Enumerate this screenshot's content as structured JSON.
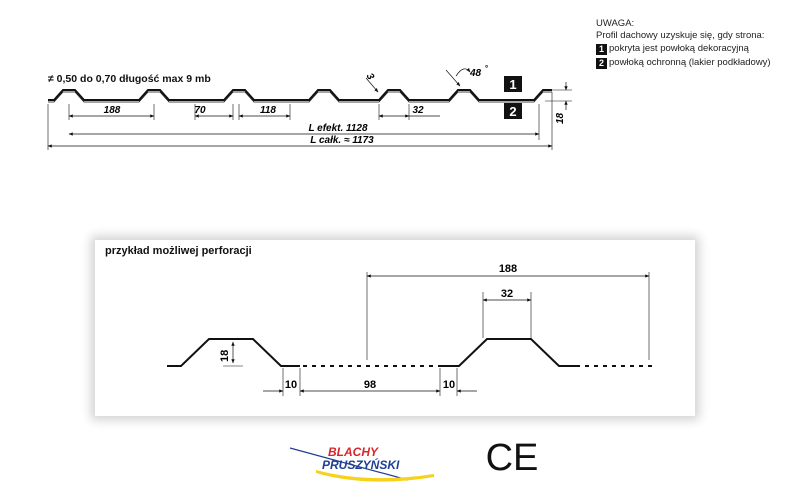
{
  "top_profile": {
    "thickness_text": "≠  0,50 do 0,70   długość max 9 mb",
    "dim_188": "188",
    "dim_70": "70",
    "dim_118": "118",
    "dim_32": "32",
    "dim_3": "3",
    "angle": "48",
    "angle_unit": "°",
    "height": "18",
    "l_efekt": "L efekt. 1128",
    "l_calk": "L całk. ≈ 1173",
    "side_1": "1",
    "side_2": "2"
  },
  "note": {
    "title": "UWAGA:",
    "line1": "Profil dachowy uzyskuje się, gdy strona:",
    "items": [
      {
        "num": "1",
        "text": "pokryta jest powłoką dekoracyjną"
      },
      {
        "num": "2",
        "text": "powłoką ochronną (lakier podkładowy)"
      }
    ]
  },
  "perforation": {
    "title": "przykład możliwej perforacji",
    "dim_188": "188",
    "dim_32": "32",
    "dim_18": "18",
    "dim_10_left": "10",
    "dim_98": "98",
    "dim_10_right": "10"
  },
  "logo": {
    "line1": "BLACHY",
    "line2": "PRUSZYŃSKI",
    "colors": {
      "red": "#d8262e",
      "blue": "#1f3f93",
      "yellow": "#f6d21a"
    }
  },
  "ce_mark": "CE"
}
